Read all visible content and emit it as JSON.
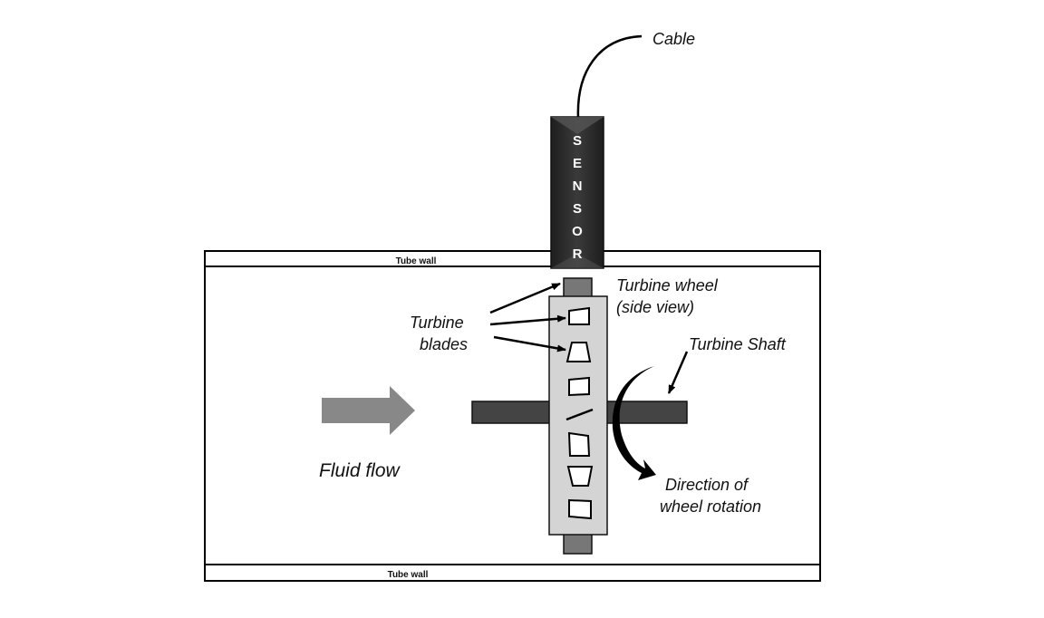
{
  "labels": {
    "cable": "Cable",
    "tube_wall_top": "Tube wall",
    "tube_wall_bottom": "Tube wall",
    "turbine_wheel_line1": "Turbine wheel",
    "turbine_wheel_line2": "(side view)",
    "turbine_blades_line1": "Turbine",
    "turbine_blades_line2": "blades",
    "turbine_shaft": "Turbine Shaft",
    "rotation_line1": "Direction of",
    "rotation_line2": "wheel rotation",
    "fluid_flow": "Fluid flow"
  },
  "sensor": {
    "letters": [
      "S",
      "E",
      "N",
      "S",
      "O",
      "R"
    ]
  },
  "colors": {
    "sensor_body": "#2b2b2b",
    "wheel_fill": "#d4d4d4",
    "shaft_fill": "#444444",
    "hub_fill": "#777777",
    "flow_arrow": "#888888",
    "rotation_arrow": "#000000"
  }
}
